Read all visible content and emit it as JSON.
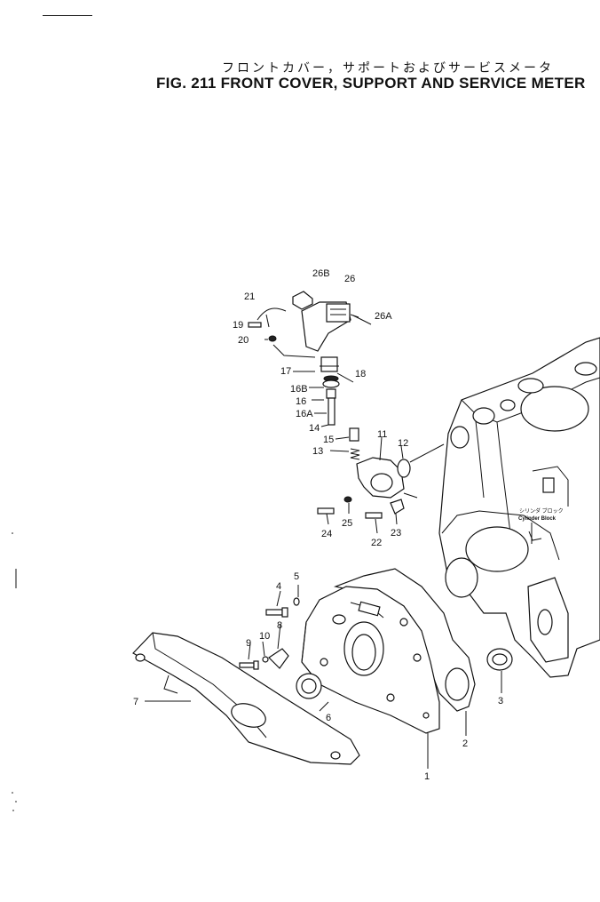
{
  "title": {
    "japanese": "フロントカバー，サポートおよびサービスメータ",
    "english": "FIG. 211  FRONT COVER, SUPPORT AND SERVICE METER"
  },
  "annotations": {
    "cylinder_block_jp": "シリンダ ブロック",
    "cylinder_block_en": "Cylinder Block"
  },
  "callouts": [
    {
      "id": "c26b",
      "label": "26B"
    },
    {
      "id": "c26",
      "label": "26"
    },
    {
      "id": "c26a",
      "label": "26A"
    },
    {
      "id": "c21",
      "label": "21"
    },
    {
      "id": "c19",
      "label": "19"
    },
    {
      "id": "c20",
      "label": "20"
    },
    {
      "id": "c17",
      "label": "17"
    },
    {
      "id": "c18",
      "label": "18"
    },
    {
      "id": "c16b",
      "label": "16B"
    },
    {
      "id": "c16",
      "label": "16"
    },
    {
      "id": "c16a",
      "label": "16A"
    },
    {
      "id": "c14",
      "label": "14"
    },
    {
      "id": "c15",
      "label": "15"
    },
    {
      "id": "c13",
      "label": "13"
    },
    {
      "id": "c11",
      "label": "11"
    },
    {
      "id": "c12",
      "label": "12"
    },
    {
      "id": "c24",
      "label": "24"
    },
    {
      "id": "c25",
      "label": "25"
    },
    {
      "id": "c22",
      "label": "22"
    },
    {
      "id": "c23",
      "label": "23"
    },
    {
      "id": "c4",
      "label": "4"
    },
    {
      "id": "c5",
      "label": "5"
    },
    {
      "id": "c10",
      "label": "10"
    },
    {
      "id": "c9",
      "label": "9"
    },
    {
      "id": "c8",
      "label": "8"
    },
    {
      "id": "c7",
      "label": "7"
    },
    {
      "id": "c6",
      "label": "6"
    },
    {
      "id": "c3",
      "label": "3"
    },
    {
      "id": "c2",
      "label": "2"
    },
    {
      "id": "c1",
      "label": "1"
    }
  ]
}
